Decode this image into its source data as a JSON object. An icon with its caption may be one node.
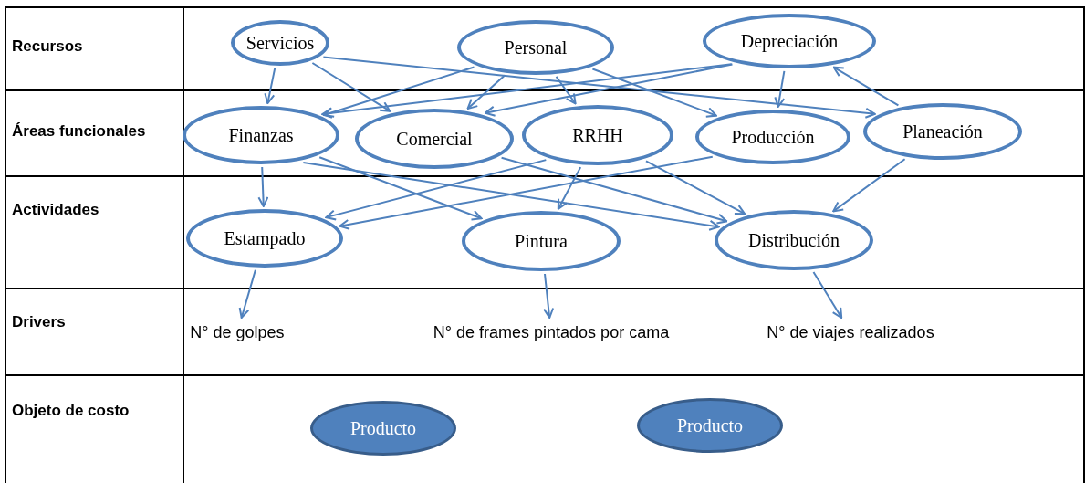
{
  "diagram": {
    "nodes": [
      {
        "text": [
          "Recursos"
        ]
      },
      {
        "text": [
          "Servicios"
        ],
        "in": 0
      },
      {
        "text": [
          "Personal"
        ],
        "in": 0
      },
      {
        "text": [
          "Depreciación"
        ],
        "in": 0
      },
      {
        "text": [
          "Áreas funcionales"
        ]
      },
      {
        "text": [
          "Finanzas"
        ],
        "in": 4
      },
      {
        "text": [
          "Comercial"
        ],
        "in": 4
      },
      {
        "text": [
          "RRHH"
        ],
        "in": 4
      },
      {
        "text": [
          "Producción"
        ],
        "in": 4
      },
      {
        "text": [
          "Planeación"
        ],
        "in": 4
      },
      {
        "text": [
          "Actividades"
        ]
      },
      {
        "text": [
          "Estampado"
        ],
        "in": 10
      },
      {
        "text": [
          "Pintura"
        ],
        "in": 10
      },
      {
        "text": [
          "Distribución"
        ],
        "in": 10
      },
      {
        "text": [
          "Drivers"
        ]
      },
      {
        "text": [
          "N° de golpes"
        ],
        "in": 14
      },
      {
        "text": [
          "N° de frames pintados por cama"
        ],
        "in": 14
      },
      {
        "text": [
          "N° de viajes realizados"
        ],
        "in": 14
      },
      {
        "text": [
          "Objeto de costo"
        ]
      },
      {
        "text": [
          "Producto"
        ],
        "in": 18
      },
      {
        "text": [
          "Producto"
        ],
        "in": 18
      }
    ],
    "edges": [
      {
        "from": 1,
        "to": 5,
        "arrow": "to"
      },
      {
        "from": 1,
        "to": 6,
        "arrow": "to"
      },
      {
        "from": 1,
        "to": 9,
        "arrow": "to"
      },
      {
        "from": 2,
        "to": 5,
        "arrow": "to"
      },
      {
        "from": 2,
        "to": 6,
        "arrow": "to"
      },
      {
        "from": 2,
        "to": 7,
        "arrow": "to"
      },
      {
        "from": 2,
        "to": 8,
        "arrow": "to"
      },
      {
        "from": 3,
        "to": 5,
        "arrow": "to"
      },
      {
        "from": 3,
        "to": 6,
        "arrow": "to"
      },
      {
        "from": 3,
        "to": 8,
        "arrow": "to"
      },
      {
        "from": 9,
        "to": 3,
        "arrow": "to"
      },
      {
        "from": 5,
        "to": 11,
        "arrow": "to"
      },
      {
        "from": 5,
        "to": 12,
        "arrow": "to"
      },
      {
        "from": 5,
        "to": 13,
        "arrow": "to"
      },
      {
        "from": 6,
        "to": 13,
        "arrow": "to"
      },
      {
        "from": 7,
        "to": 11,
        "arrow": "to"
      },
      {
        "from": 7,
        "to": 12,
        "arrow": "to"
      },
      {
        "from": 7,
        "to": 13,
        "arrow": "to"
      },
      {
        "from": 8,
        "to": 11,
        "arrow": "to"
      },
      {
        "from": 9,
        "to": 13,
        "arrow": "to"
      },
      {
        "from": 11,
        "to": 15,
        "arrow": "to"
      },
      {
        "from": 12,
        "to": 16,
        "arrow": "to"
      },
      {
        "from": 13,
        "to": 17,
        "arrow": "to"
      }
    ]
  }
}
